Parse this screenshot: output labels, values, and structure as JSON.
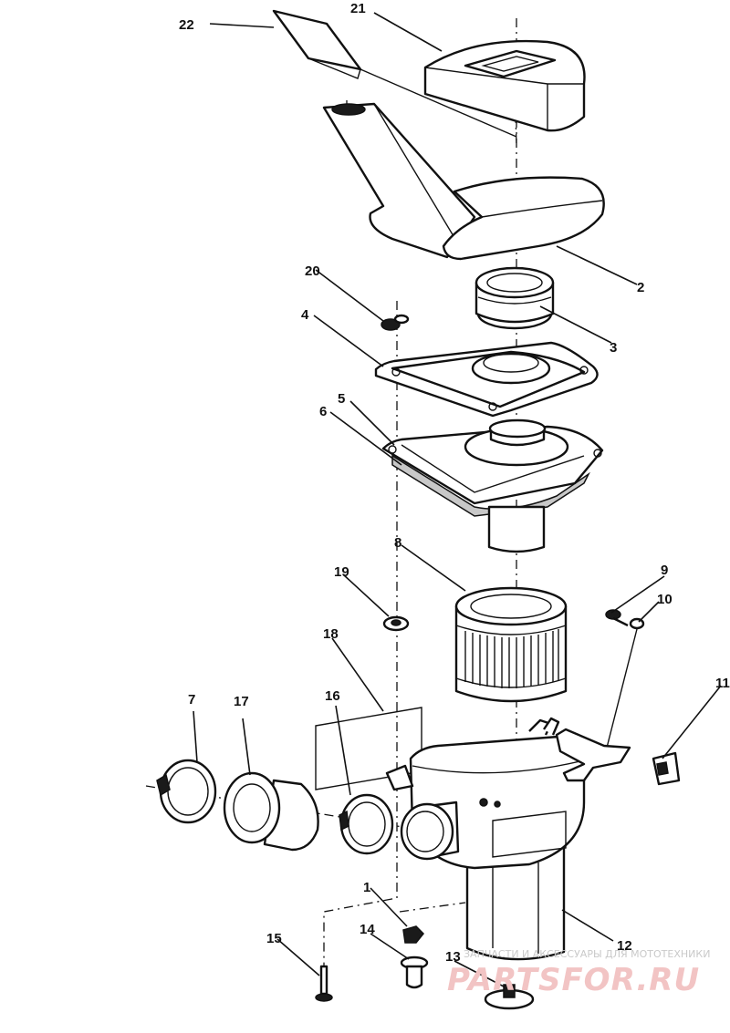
{
  "diagram": {
    "callouts": {
      "c1": "1",
      "c2": "2",
      "c3": "3",
      "c4": "4",
      "c5": "5",
      "c6": "6",
      "c7": "7",
      "c8": "8",
      "c9": "9",
      "c10": "10",
      "c11": "11",
      "c12": "12",
      "c13": "13",
      "c14": "14",
      "c15": "15",
      "c16": "16",
      "c17": "17",
      "c18": "18",
      "c19": "19",
      "c20": "20",
      "c21": "21",
      "c22": "22"
    }
  },
  "watermark": {
    "caption": "ЗАПЧАСТИ И АКСЕССУАРЫ ДЛЯ МОТОТЕХНИКИ",
    "logo": "PARTSFOR.RU"
  }
}
